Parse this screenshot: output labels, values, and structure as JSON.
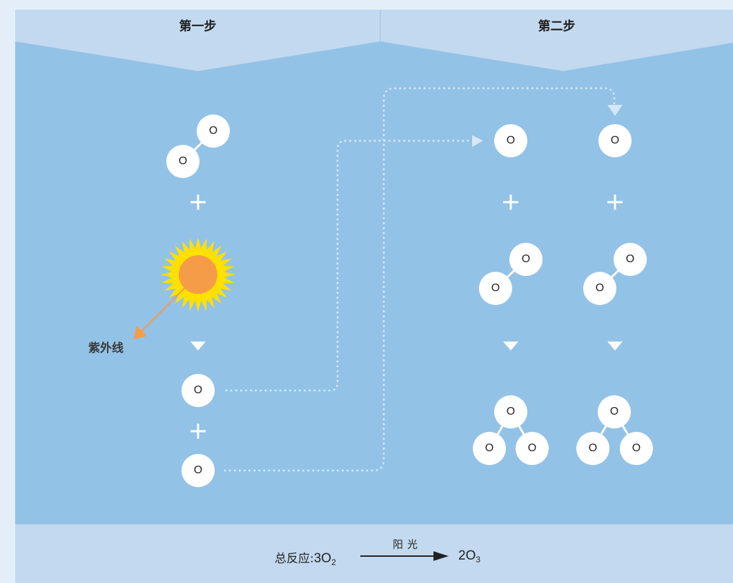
{
  "header": {
    "step1": "第一步",
    "step2": "第二步"
  },
  "labels": {
    "uv": "紫外线",
    "atom": "O"
  },
  "footer": {
    "prefix": "总反应:",
    "reactant_coef": "3O",
    "reactant_sub": "2",
    "condition": "阳光",
    "product_coef": "2O",
    "product_sub": "3"
  },
  "colors": {
    "page_bg": "#e3eef9",
    "header_bg": "#c3d9ef",
    "panel_bg": "#93c2e7",
    "footer_bg": "#c3d9ef",
    "atom_fill": "#ffffff",
    "sun_rays": "#ffe000",
    "sun_core": "#f59c49",
    "uv_arrow": "#f59c49",
    "dotted_path": "#d6e7f6"
  }
}
